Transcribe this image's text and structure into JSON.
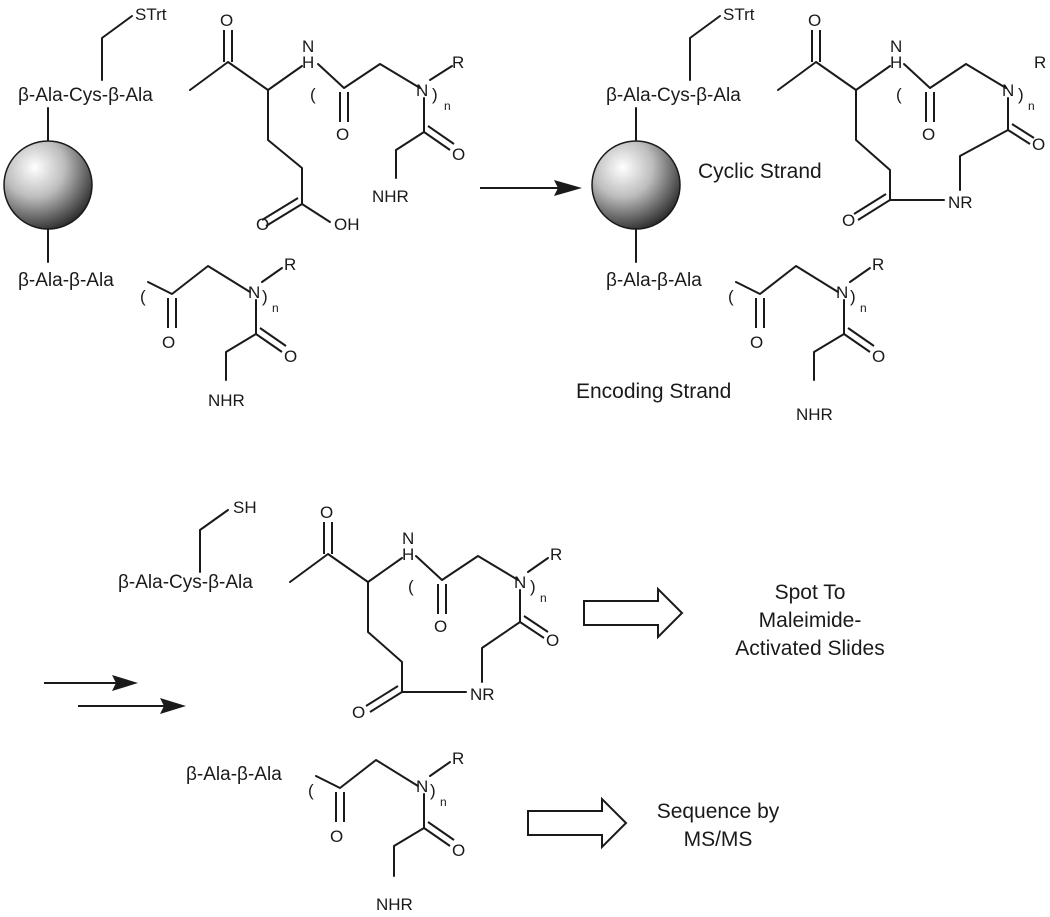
{
  "labels": {
    "stri": "STrt",
    "sh": "SH",
    "peptide_cys": "β-Ala-Cys-β-Ala",
    "peptide_ala": "β-Ala-β-Ala",
    "nh": "H",
    "n": "N",
    "o": "O",
    "oh": "OH",
    "r": "R",
    "nr": "NR",
    "nhr": "NHR",
    "n_sub": "n"
  },
  "captions": {
    "cyclic": "Cyclic Strand",
    "encoding": "Encoding Strand",
    "spot_line1": "Spot To",
    "spot_line2": "Maleimide-",
    "spot_line3": "Activated Slides",
    "seq_line1": "Sequence by",
    "seq_line2": "MS/MS"
  }
}
